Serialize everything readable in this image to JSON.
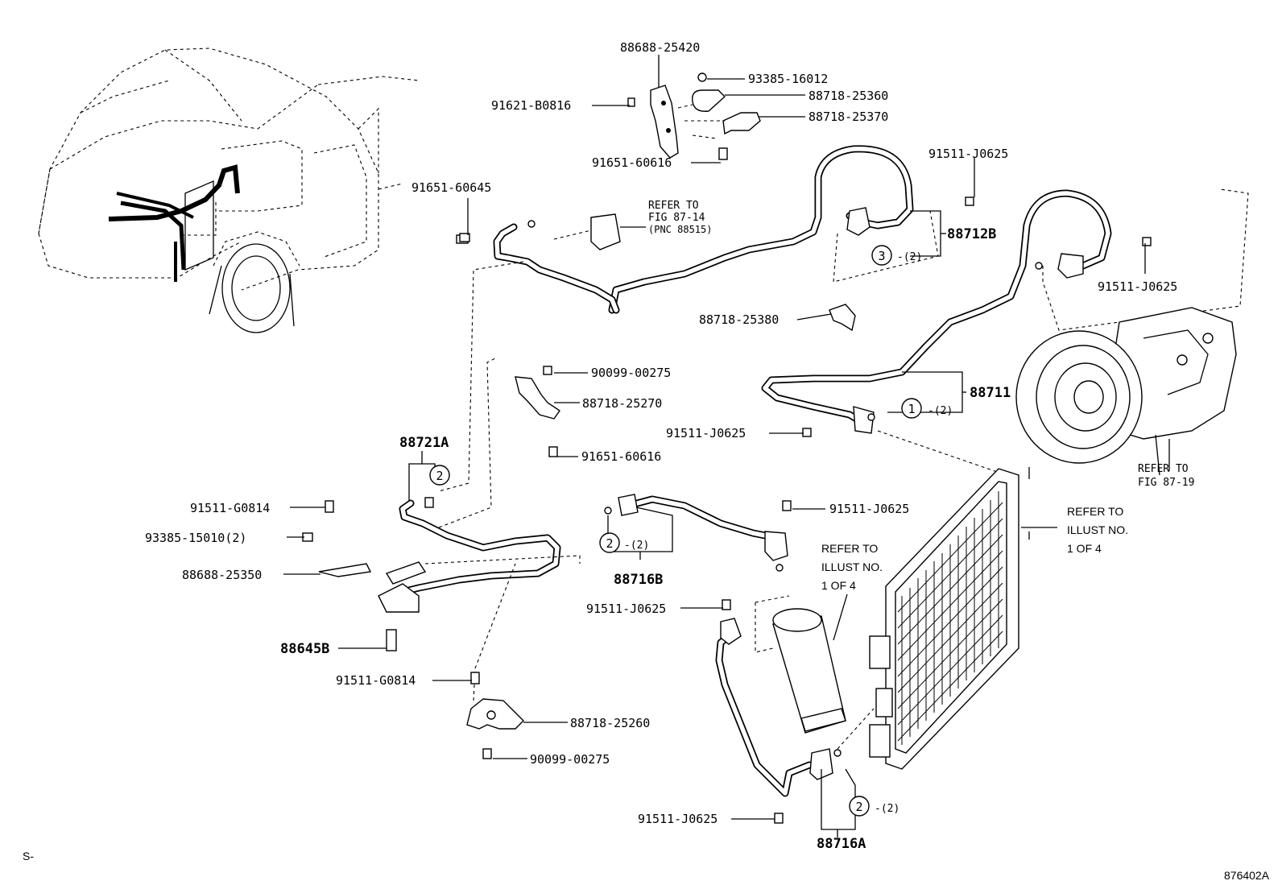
{
  "labels": {
    "p88688_25420": "88688-25420",
    "p93385_16012": "93385-16012",
    "p91621_b0816": "91621-B0816",
    "p88718_25360": "88718-25360",
    "p88718_25370": "88718-25370",
    "p91651_60616_top": "91651-60616",
    "p91511_j0625_a": "91511-J0625",
    "p91651_60645": "91651-60645",
    "p88712b": "88712B",
    "p91511_j0625_b": "91511-J0625",
    "p88718_25380": "88718-25380",
    "p90099_00275_top": "90099-00275",
    "p88718_25270": "88718-25270",
    "p88711": "88711",
    "p91511_j0625_c": "91511-J0625",
    "p91651_60616_mid": "91651-60616",
    "p88721a": "88721A",
    "p91511_g0814_a": "91511-G0814",
    "p93385_15010": "93385-15010(2)",
    "p91511_j0625_d": "91511-J0625",
    "p88688_25350": "88688-25350",
    "p88716b": "88716B",
    "p91511_j0625_e": "91511-J0625",
    "p88645b": "88645B",
    "p91511_g0814_b": "91511-G0814",
    "p88718_25260": "88718-25260",
    "p90099_00275_bot": "90099-00275",
    "p91511_j0625_f": "91511-J0625",
    "p88716a": "88716A"
  },
  "refs": {
    "fig8714_line1": "REFER TO",
    "fig8714_line2": "FIG 87-14",
    "fig8714_line3": "(PNC 88515)",
    "fig8719_line1": "REFER TO",
    "fig8719_line2": "FIG 87-19",
    "illust_right_line1": "REFER TO",
    "illust_right_line2": "ILLUST NO.",
    "illust_right_line3": "1 OF 4",
    "illust_mid_line1": "REFER TO",
    "illust_mid_line2": "ILLUST NO.",
    "illust_mid_line3": "1 OF 4"
  },
  "callouts": {
    "c1": "1",
    "c1_qty": "-(2)",
    "c2_a": "2",
    "c2_b": "2",
    "c2_b_qty": "-(2)",
    "c2_c": "2",
    "c2_c_qty": "-(2)",
    "c3": "3",
    "c3_qty": "-(2)"
  },
  "footer": {
    "corner_left": "S-",
    "figure_code": "876402A"
  }
}
